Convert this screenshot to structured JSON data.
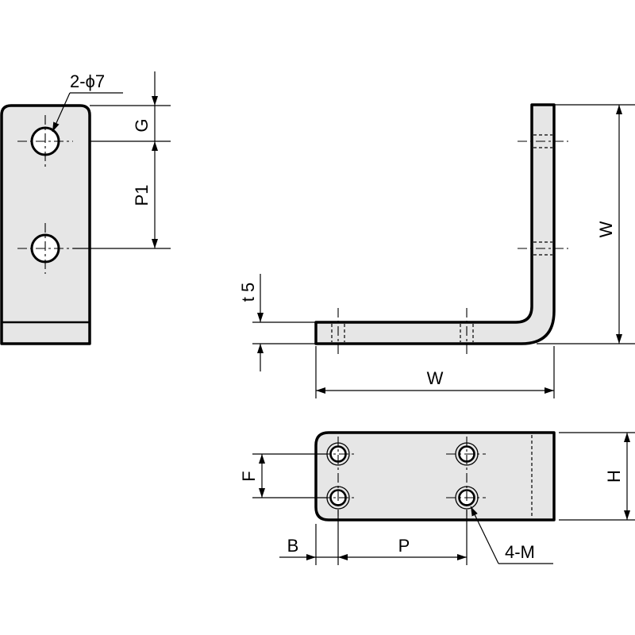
{
  "labels": {
    "hole_callout": "2-ϕ7",
    "g": "G",
    "p1": "P1",
    "t5": "t 5",
    "w_vertical": "W",
    "w_horizontal": "W",
    "f": "F",
    "h": "H",
    "b": "B",
    "p": "P",
    "thread_callout": "4-M"
  },
  "colors": {
    "part_fill": "#e6e6e6",
    "line": "#000000",
    "background": "#ffffff"
  }
}
